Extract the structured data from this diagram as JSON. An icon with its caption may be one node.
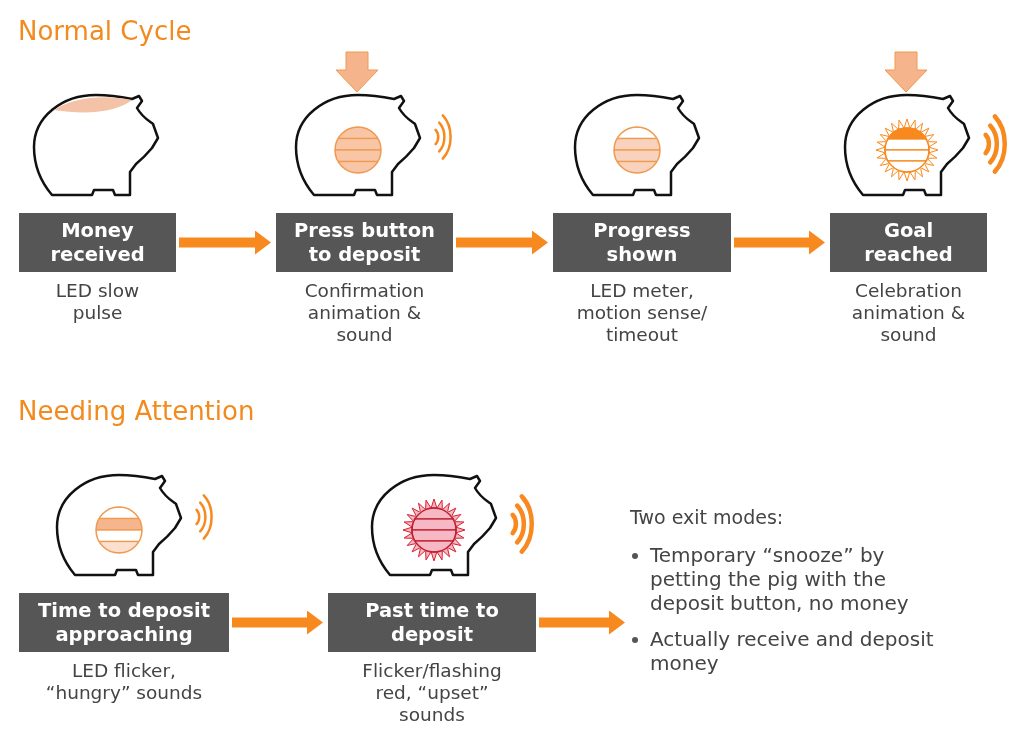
{
  "diagram": {
    "nodes": [
      {
        "text": [
          "Money received"
        ],
        "beside": [
          "LED slow pulse"
        ]
      },
      {
        "text": [
          "Press button to deposit"
        ],
        "beside": [
          "Confirmation animation & sound"
        ]
      },
      {
        "text": [
          "Progress shown"
        ],
        "beside": [
          "LED meter, motion sense/ timeout"
        ]
      },
      {
        "text": [
          "Goal reached"
        ],
        "beside": [
          "Celebration animation & sound"
        ]
      },
      {
        "text": [
          "Time to deposit approaching"
        ],
        "beside": [
          "LED flicker, “hungry” sounds"
        ]
      },
      {
        "text": [
          "Past time to deposit"
        ],
        "beside": [
          "Flicker/flashing red, “upset” sounds"
        ]
      },
      {
        "text": [
          "Two exit modes:",
          "Temporary “snooze” by petting the pig with the deposit button, no money",
          "Actually receive and deposit money"
        ]
      }
    ],
    "edges": [
      {
        "from": 0,
        "to": 1,
        "arrow": "to"
      },
      {
        "from": 1,
        "to": 2,
        "arrow": "to"
      },
      {
        "from": 2,
        "to": 3,
        "arrow": "to"
      },
      {
        "from": 4,
        "to": 5,
        "arrow": "to"
      },
      {
        "from": 5,
        "to": 6,
        "arrow": "to"
      }
    ],
    "labels": [
      "Normal Cycle",
      "Needing Attention"
    ]
  }
}
